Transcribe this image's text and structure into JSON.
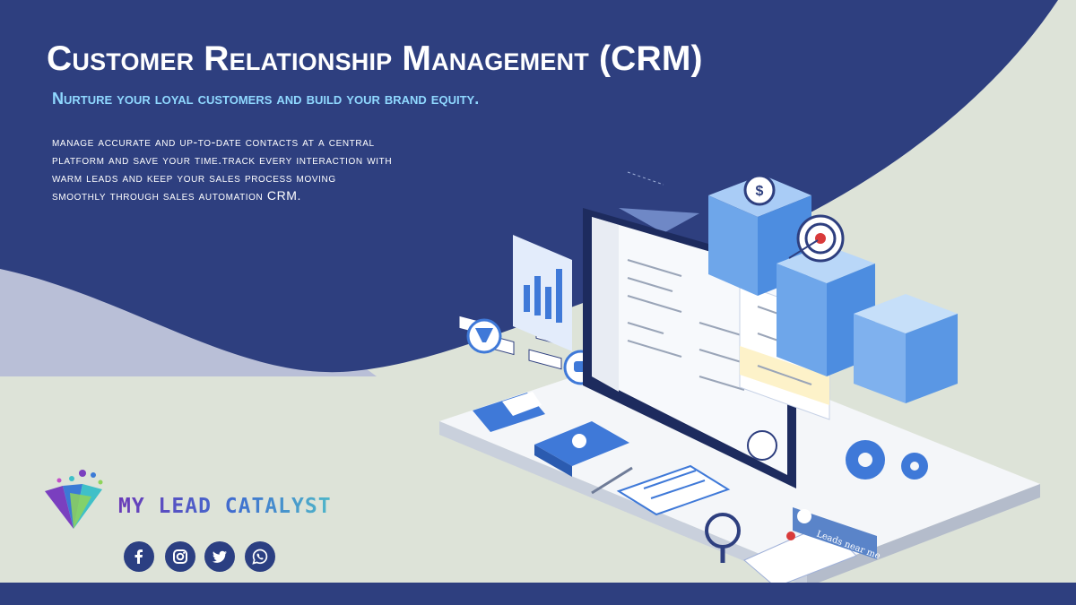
{
  "header": {
    "title": "Customer Relationship Management (CRM)",
    "subtitle": "Nurture your loyal customers and build your brand equity."
  },
  "body": {
    "text": "manage accurate and up-to-date contacts at a central platform and save your time.track every interaction with warm leads and keep your sales process moving smoothly through sales automation CRM."
  },
  "brand": {
    "name": "MY LEAD CATALYST"
  },
  "social": [
    {
      "icon": "facebook-icon"
    },
    {
      "icon": "instagram-icon"
    },
    {
      "icon": "twitter-icon"
    },
    {
      "icon": "whatsapp-icon"
    }
  ],
  "illustration": {
    "map_card_label": "Leads near me"
  },
  "colors": {
    "navy": "#2e3f7f",
    "light_bg": "#dde3d8",
    "accent_blue": "#3f79d8",
    "subtitle_cyan": "#8fd8ff",
    "target_red": "#d93a3a"
  }
}
